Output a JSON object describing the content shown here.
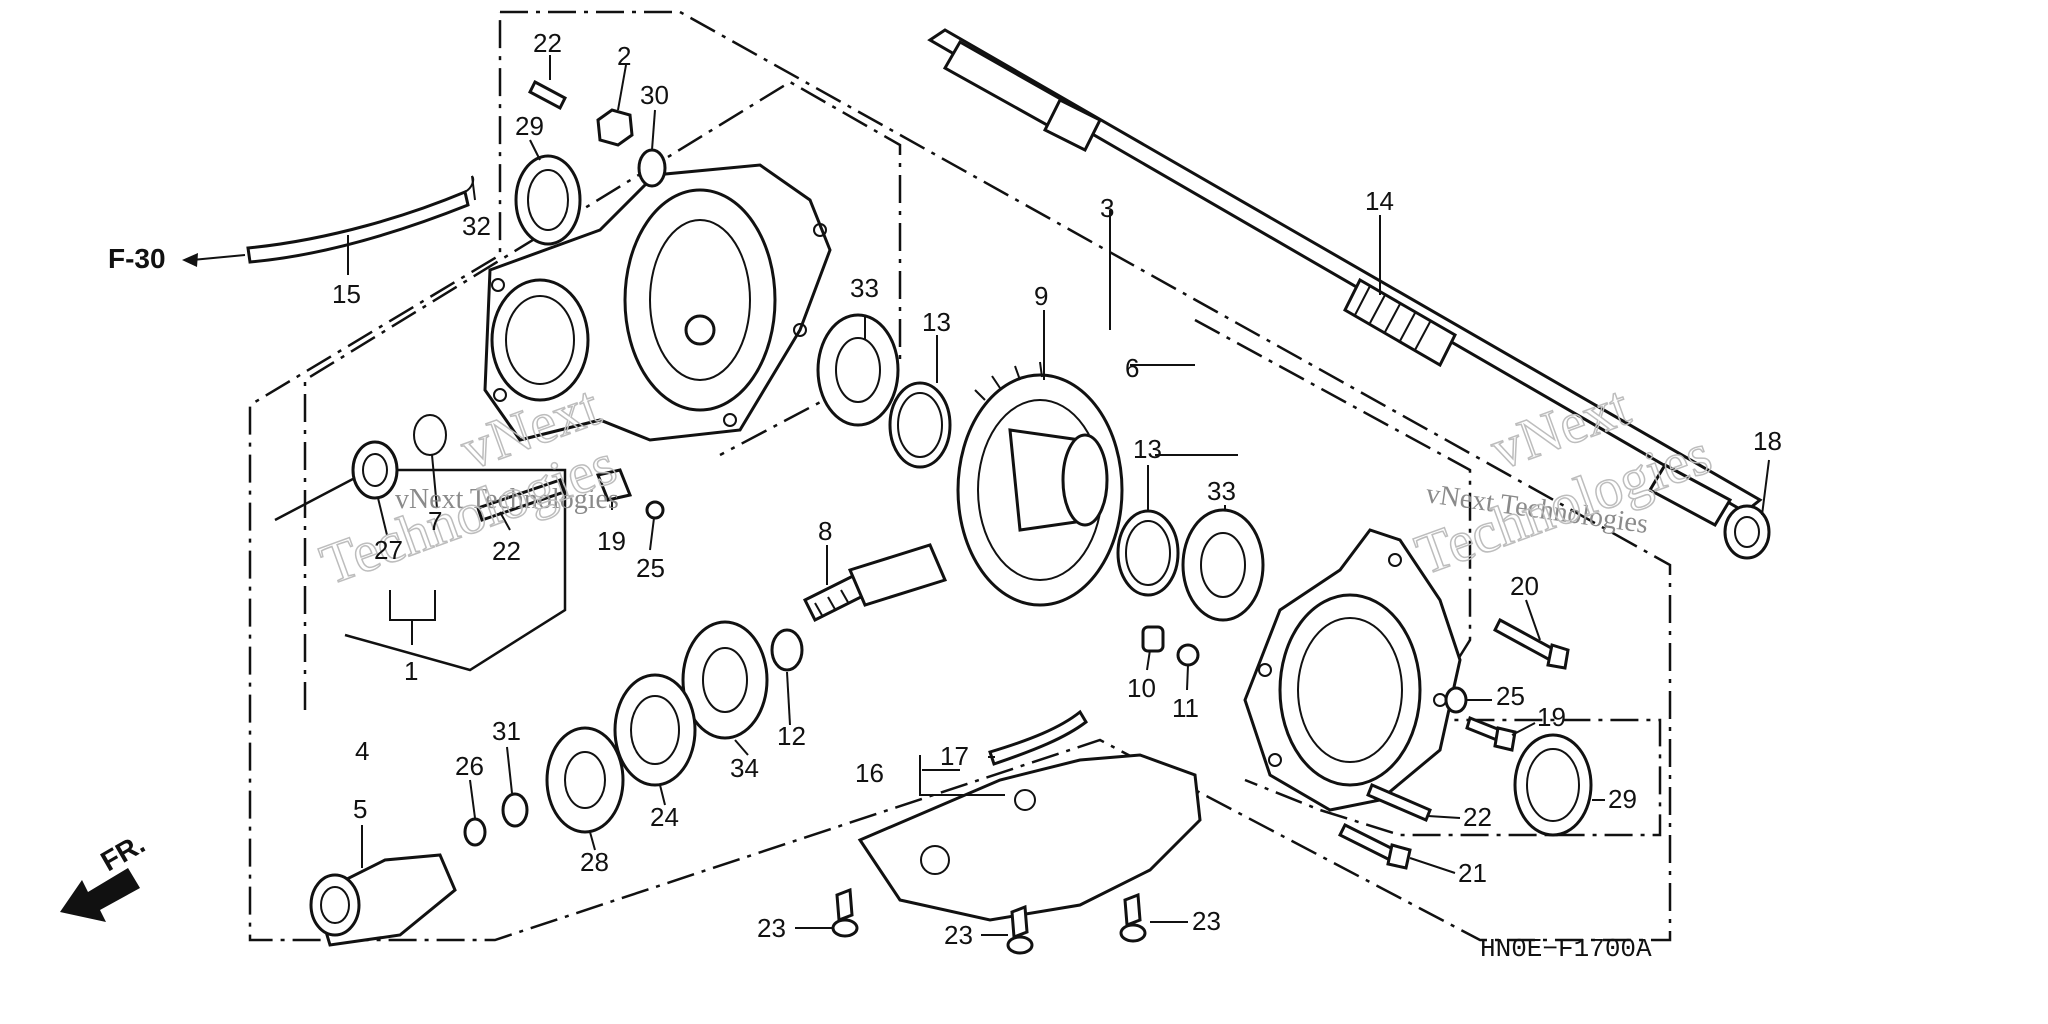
{
  "diagram_code": "HN0E−F1700A",
  "cross_reference": "F-30",
  "direction_label": "FR.",
  "watermark_text": "vNext Technologies",
  "watermark_line1": "vNext",
  "watermark_line2": "Technologies",
  "callouts": {
    "c1": "1",
    "c2": "2",
    "c3": "3",
    "c4": "4",
    "c5": "5",
    "c6": "6",
    "c7": "7",
    "c8": "8",
    "c9": "9",
    "c10": "10",
    "c11": "11",
    "c12": "12",
    "c13a": "13",
    "c13b": "13",
    "c14": "14",
    "c15": "15",
    "c16": "16",
    "c17": "17",
    "c18": "18",
    "c19a": "19",
    "c19b": "19",
    "c20": "20",
    "c21": "21",
    "c22a": "22",
    "c22b": "22",
    "c22c": "22",
    "c23a": "23",
    "c23b": "23",
    "c23c": "23",
    "c24": "24",
    "c25a": "25",
    "c25b": "25",
    "c26": "26",
    "c27": "27",
    "c28": "28",
    "c29a": "29",
    "c29b": "29",
    "c30": "30",
    "c31": "31",
    "c32": "32",
    "c33a": "33",
    "c33b": "33",
    "c34": "34"
  }
}
